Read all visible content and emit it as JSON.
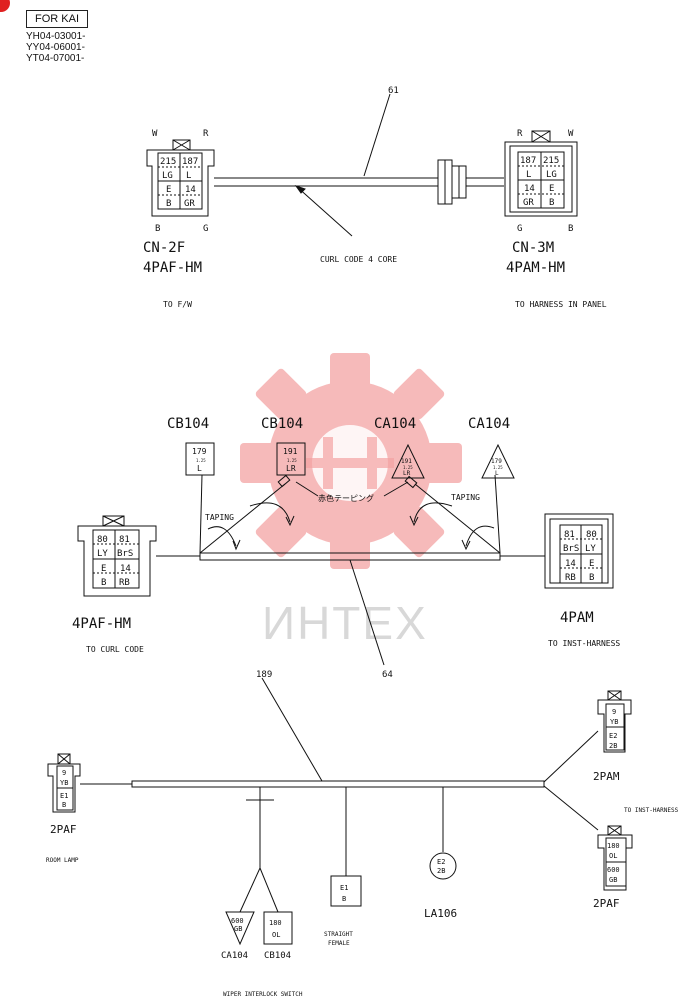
{
  "header": {
    "model_label": "FOR KAI",
    "model_numbers": [
      "YH04-03001-",
      "YY04-06001-",
      "YT04-07001-"
    ]
  },
  "watermark": {
    "text": "ИНТЕХ",
    "color": "#f3a3a3"
  },
  "top": {
    "part_no": "61",
    "cable_label": "CURL CODE 4 CORE",
    "left_conn": {
      "name": "CN-2F",
      "type": "4PAF-HM",
      "dest": "TO F/W",
      "top_left": "W",
      "top_right": "R",
      "bottom_left": "B",
      "bottom_right": "G",
      "cells": [
        "215",
        "187",
        "LG",
        "L",
        "E",
        "14",
        "B",
        "GR"
      ]
    },
    "right_conn": {
      "name": "CN-3M",
      "type": "4PAM-HM",
      "dest": "TO HARNESS IN PANEL",
      "top_left": "R",
      "top_right": "W",
      "bottom_left": "G",
      "bottom_right": "B",
      "cells": [
        "187",
        "215",
        "L",
        "LG",
        "14",
        "E",
        "GR",
        "B"
      ]
    }
  },
  "middle": {
    "part_no": "64",
    "taping": "TAPING",
    "jp_tape": "赤色テーピング",
    "terminals": [
      {
        "name": "CB104",
        "num": "179",
        "size": "1.25",
        "color": "L"
      },
      {
        "name": "CB104",
        "num": "191",
        "size": "1.25",
        "color": "LR"
      },
      {
        "name": "CA104",
        "num": "191",
        "size": "1.25",
        "color": "LR"
      },
      {
        "name": "CA104",
        "num": "179",
        "size": "1.25",
        "color": "L"
      }
    ],
    "left_conn": {
      "type": "4PAF-HM",
      "dest": "TO CURL CODE",
      "cells": [
        "80",
        "81",
        "LY",
        "BrS",
        "E",
        "14",
        "B",
        "RB"
      ]
    },
    "right_conn": {
      "type": "4PAM",
      "dest": "TO INST-HARNESS",
      "cells": [
        "81",
        "80",
        "BrS",
        "LY",
        "14",
        "E",
        "RB",
        "B"
      ]
    }
  },
  "bottom": {
    "part_no": "189",
    "room": {
      "cells": [
        "9",
        "YB",
        "E1",
        "B"
      ],
      "type": "2PAF",
      "dest": "ROOM LAMP"
    },
    "pam": {
      "cells": [
        "9",
        "YB",
        "E2",
        "2B"
      ],
      "type": "2PAM"
    },
    "paf": {
      "cells": [
        "180",
        "OL",
        "600",
        "GB"
      ],
      "type": "2PAF"
    },
    "inst_label": "TO INST-HARNESS",
    "wiper": {
      "ca_cells": [
        "600",
        "GB"
      ],
      "ca_name": "CA104",
      "cb_cells": [
        "180",
        "OL"
      ],
      "cb_name": "CB104",
      "dest": "WIPER INTERLOCK SWITCH"
    },
    "straight": {
      "cells": [
        "E1",
        "B"
      ],
      "label1": "STRAIGHT",
      "label2": "FEMALE"
    },
    "la": {
      "cells": [
        "E2",
        "2B"
      ],
      "name": "LA106"
    }
  }
}
